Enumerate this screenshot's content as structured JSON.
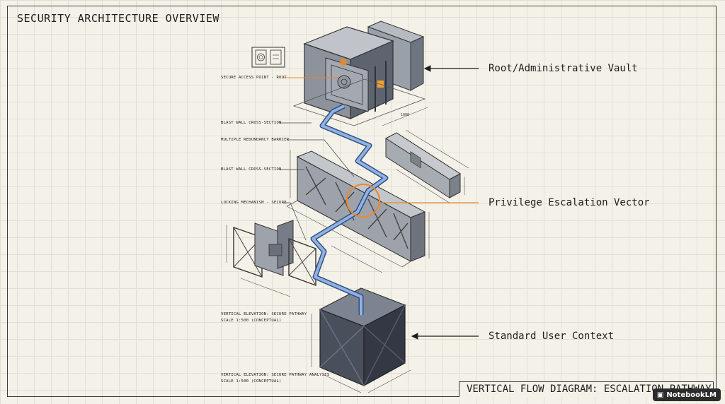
{
  "title": "SECURITY ARCHITECTURE OVERVIEW",
  "callouts": {
    "vault": "Root/Administrative Vault",
    "vector": "Privilege Escalation Vector",
    "user": "Standard User Context"
  },
  "annotations": {
    "secure_access": "SECURE ACCESS POINT - ROOT",
    "blast_wall_1": "BLAST WALL CROSS-SECTION",
    "redundancy": "MULTIPLE REDUNDANCY BARRIER",
    "blast_wall_2": "BLAST WALL CROSS-SECTION",
    "locking": "LOCKING MECHANISM - SECURE",
    "elevation_1": "VERTICAL ELEVATION: SECURE PATHWAY",
    "scale_1": "SCALE 1:500 (CONCEPTUAL)",
    "elevation_2": "VERTICAL ELEVATION: SECURE PATHWAY ANALYSIS",
    "scale_2": "SCALE 1:500 (CONCEPTUAL)"
  },
  "footer": "VERTICAL FLOW DIAGRAM: ESCALATION PATHWAY",
  "brand": "NotebookLM",
  "colors": {
    "accent": "#e8892b",
    "path": "#5f86c4",
    "steel": "#8d929c",
    "dark_cube": "#4a4f5c"
  }
}
